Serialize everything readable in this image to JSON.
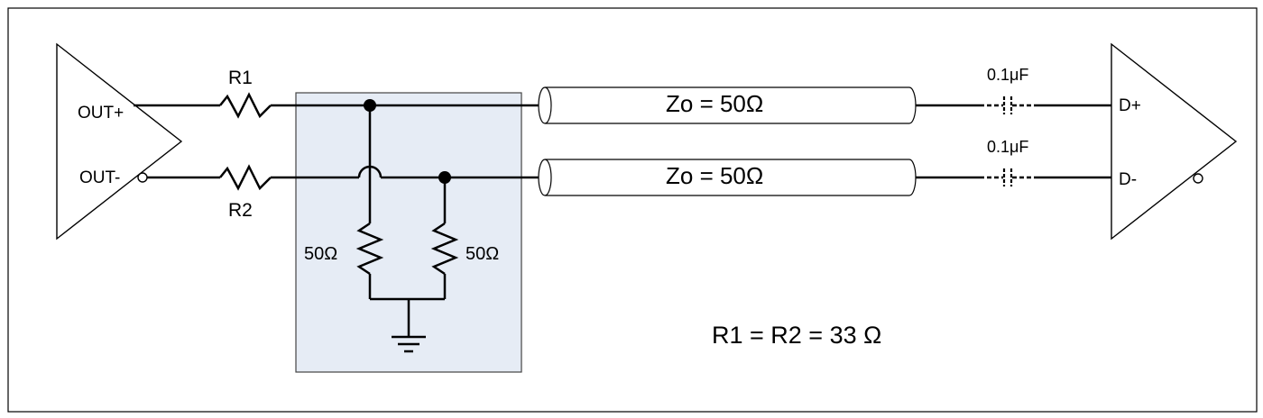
{
  "diagram": {
    "colors": {
      "wire": "#000000",
      "termination_box_fill": "#e6ecf5",
      "termination_box_stroke": "#444444",
      "cable_fill": "#ffffff",
      "frame": "#000000"
    },
    "driver": {
      "out_plus": "OUT+",
      "out_minus": "OUT-"
    },
    "series_resistors": {
      "r1": "R1",
      "r2": "R2"
    },
    "termination": {
      "left_resistor": "50Ω",
      "right_resistor": "50Ω"
    },
    "transmission_lines": {
      "top": "Zo = 50Ω",
      "bottom": "Zo = 50Ω"
    },
    "capacitors": {
      "top": "0.1μF",
      "bottom": "0.1μF"
    },
    "receiver": {
      "d_plus": "D+",
      "d_minus": "D-"
    },
    "equation": "R1 = R2 = 33 Ω"
  }
}
